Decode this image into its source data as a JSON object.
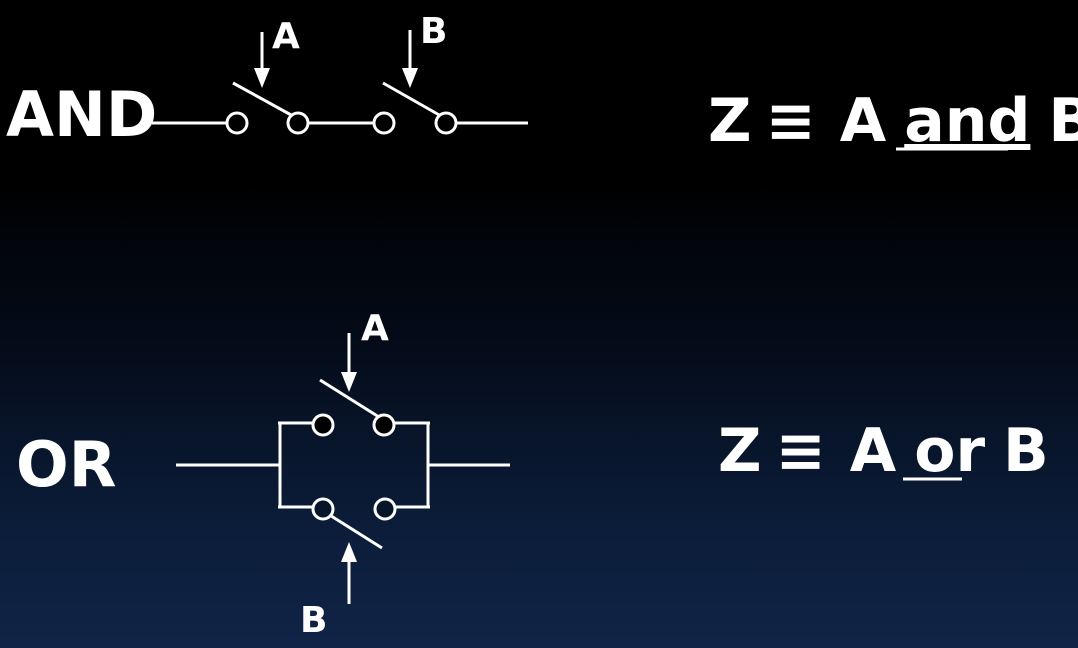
{
  "and_gate": {
    "label": "AND",
    "switch_a_label": "A",
    "switch_b_label": "B",
    "equation": {
      "lhs": "Z",
      "equiv": "≡",
      "a": "A",
      "op": "and",
      "b": "B"
    }
  },
  "or_gate": {
    "label": "OR",
    "switch_a_label": "A",
    "switch_b_label": "B",
    "equation": {
      "lhs": "Z",
      "equiv": "≡",
      "a": "A",
      "op": "or",
      "b": "B"
    }
  }
}
